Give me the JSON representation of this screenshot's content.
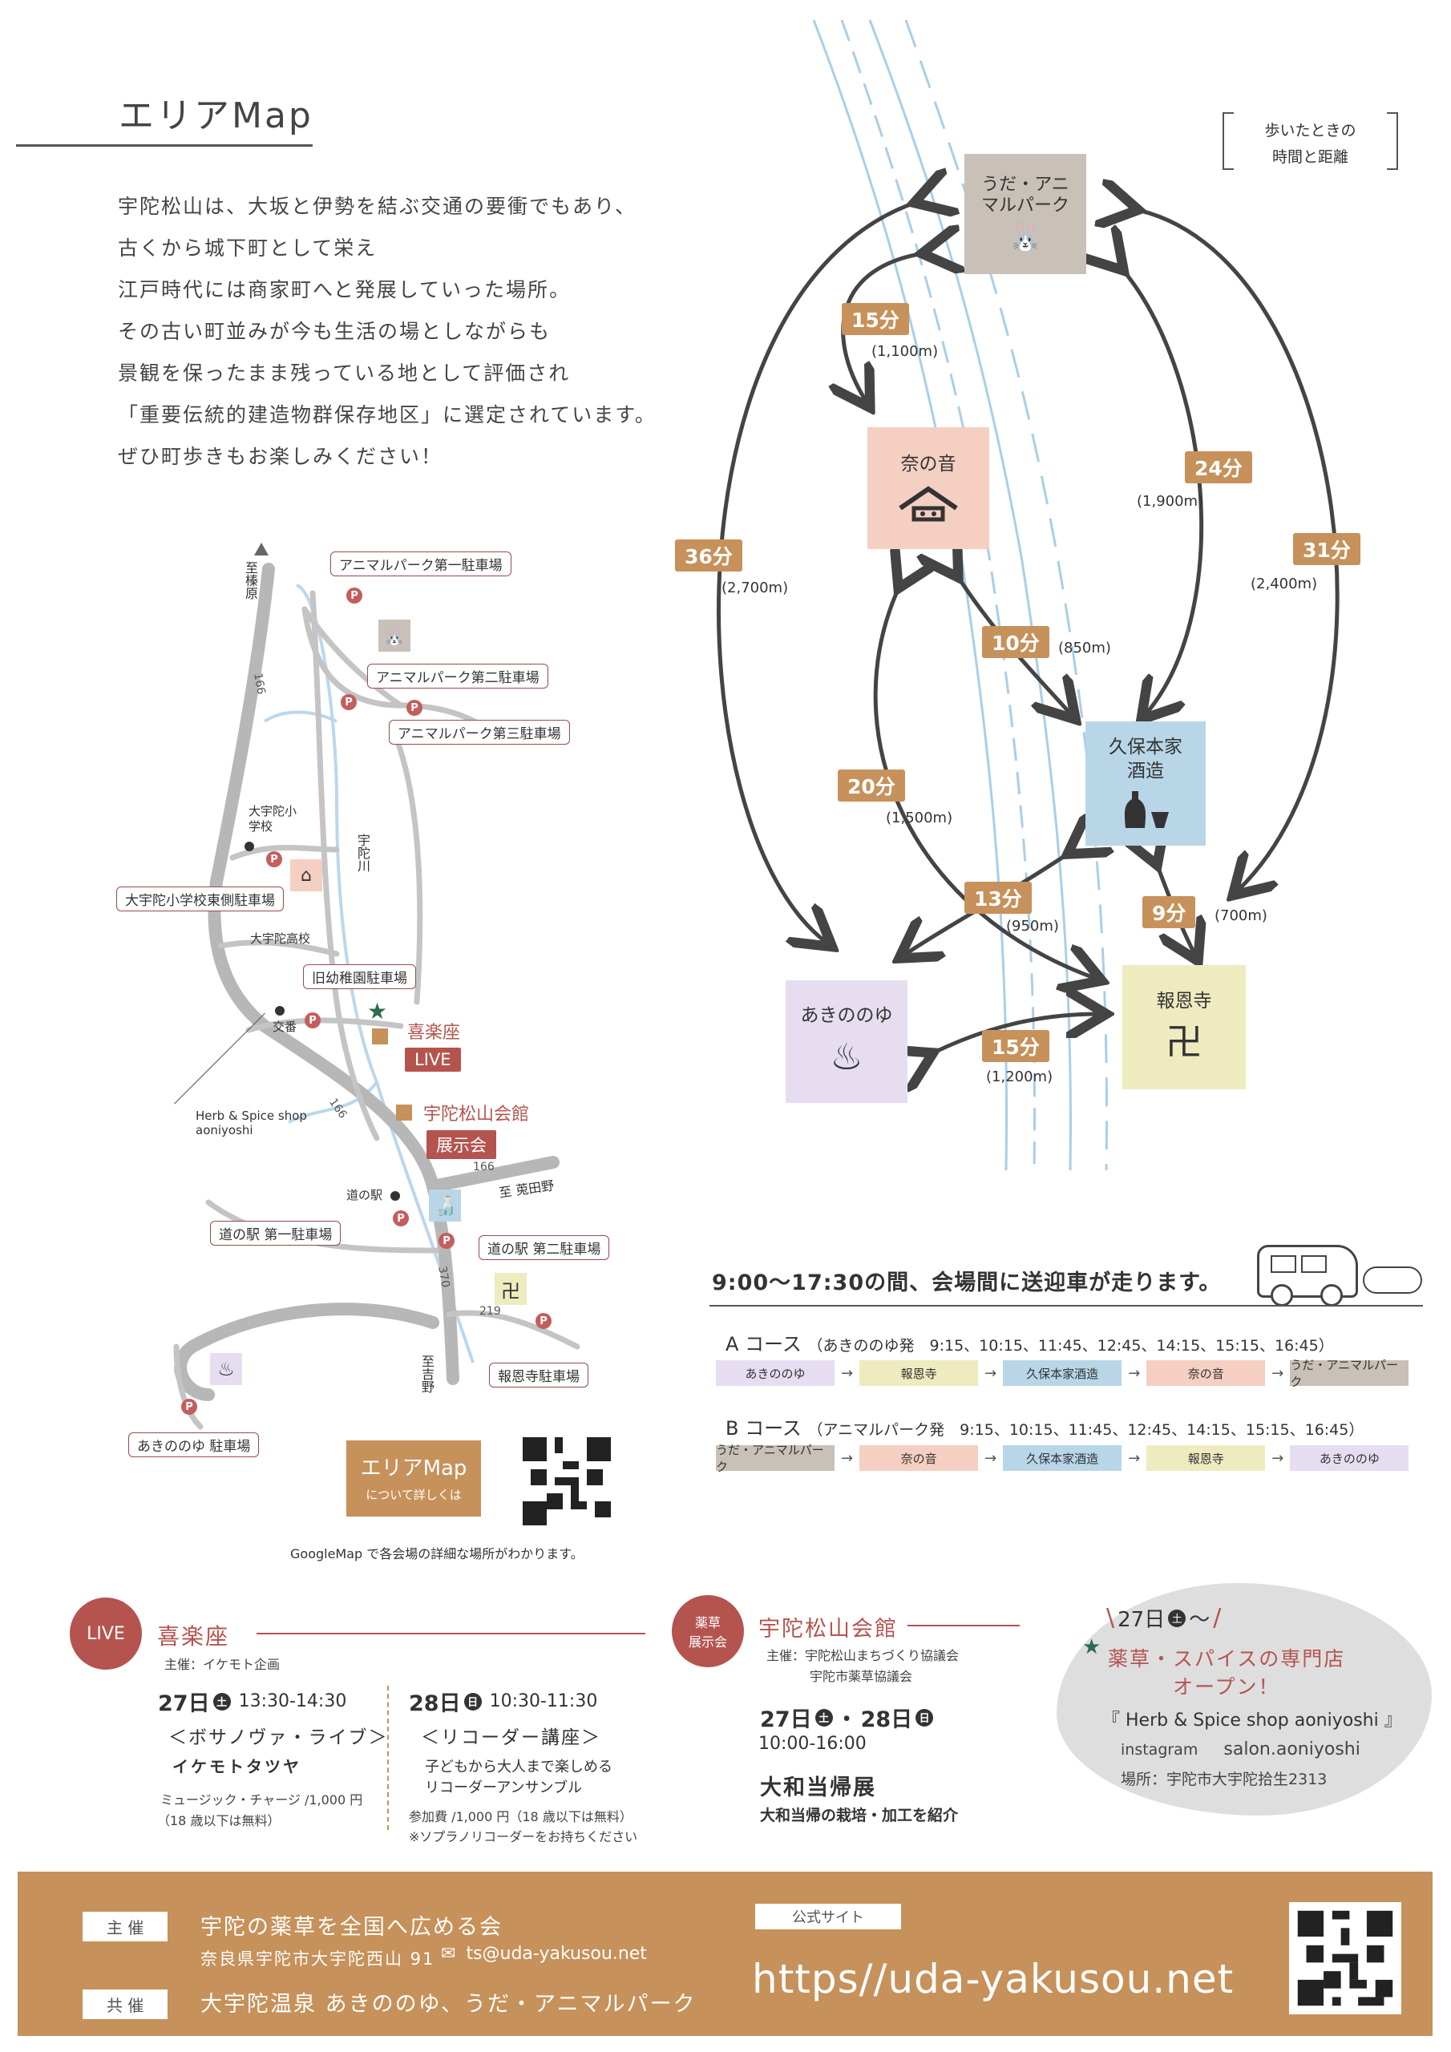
{
  "header": {
    "title": "エリアMap",
    "walk_note_line1": "歩いたときの",
    "walk_note_line2": "時間と距離"
  },
  "intro": [
    "宇陀松山は、大坂と伊勢を結ぶ交通の要衝でもあり、",
    "古くから城下町として栄え",
    "江戸時代には商家町へと発展していった場所。",
    "その古い町並みが今も生活の場としながらも",
    "景観を保ったまま残っている地として評価され",
    "「重要伝統的建造物群保存地区」に選定されています。",
    "ぜひ町歩きもお楽しみください！"
  ],
  "route": {
    "nodes": {
      "animal": "うだ・アニマルパーク",
      "naoto": "奈の音",
      "kubo_line1": "久保本家",
      "kubo_line2": "酒造",
      "akino": "あきののゆ",
      "hoon": "報恩寺"
    },
    "segments": [
      {
        "time": "15分",
        "dist": "(1,100m)"
      },
      {
        "time": "24分",
        "dist": "(1,900m)"
      },
      {
        "time": "36分",
        "dist": "(2,700m)"
      },
      {
        "time": "31分",
        "dist": "(2,400m)"
      },
      {
        "time": "10分",
        "dist": "(850m)"
      },
      {
        "time": "20分",
        "dist": "(1,500m)"
      },
      {
        "time": "13分",
        "dist": "(950m)"
      },
      {
        "time": "9分",
        "dist": "(700m)"
      },
      {
        "time": "15分",
        "dist": "(1,200m)"
      }
    ]
  },
  "map": {
    "parking": {
      "p1": "アニマルパーク第一駐車場",
      "p2": "アニマルパーク第二駐車場",
      "p3": "アニマルパーク第三駐車場",
      "school": "大宇陀小学校東側駐車場",
      "kinder": "旧幼稚園駐車場",
      "michi1": "道の駅 第一駐車場",
      "michi2": "道の駅 第二駐車場",
      "hoon": "報恩寺駐車場",
      "akino": "あきののゆ 駐車場"
    },
    "places": {
      "to_haibara": "至榛原",
      "river": "宇陀川",
      "elem": "大宇陀小学校",
      "high": "大宇陀高校",
      "koban": "交番",
      "herb": "Herb & Spice shop aoniyoshi",
      "michi": "道の駅",
      "to_megurino": "至 莵田野",
      "to_yoshino": "至吉野",
      "kirakuza": "喜楽座",
      "live_tag": "LIVE",
      "kaikan": "宇陀松山会館",
      "expo_tag": "展示会"
    },
    "roads": [
      "166",
      "166",
      "166",
      "370",
      "219"
    ],
    "p_mark": "P",
    "qr_badge_line1": "エリアMap",
    "qr_badge_line2": "について詳しくは",
    "google_note": "GoogleMap で各会場の詳細な場所がわかります。"
  },
  "shuttle": {
    "headline": "9:00～17:30の間、会場間に送迎車が走ります。",
    "courseA": {
      "label": "A コース",
      "times": "（あきののゆ発　9:15、10:15、11:45、12:45、14:15、15:15、16:45）",
      "stops": [
        "あきののゆ",
        "報恩寺",
        "久保本家酒造",
        "奈の音",
        "うだ・アニマルパーク"
      ]
    },
    "courseB": {
      "label": "B コース",
      "times": "（アニマルパーク発　9:15、10:15、11:45、12:45、14:15、15:15、16:45）",
      "stops": [
        "うだ・アニマルパーク",
        "奈の音",
        "久保本家酒造",
        "報恩寺",
        "あきののゆ"
      ]
    },
    "arrow": "→"
  },
  "live": {
    "badge": "LIVE",
    "venue": "喜楽座",
    "organizer": "主催：イケモト企画",
    "day1": {
      "date": "27日",
      "dow": "土",
      "time": "13:30-14:30",
      "title": "＜ボサノヴァ・ライブ＞",
      "performer": "イケモトタツヤ",
      "fee": "ミュージック・チャージ /1,000 円",
      "fee_note": "（18 歳以下は無料）"
    },
    "day2": {
      "date": "28日",
      "dow": "日",
      "time": "10:30-11:30",
      "title": "＜リコーダー講座＞",
      "desc1": "子どもから大人まで楽しめる",
      "desc2": "リコーダーアンサンブル",
      "fee": "参加費 /1,000 円（18 歳以下は無料）",
      "fee_note": "※ソプラノリコーダーをお持ちください"
    }
  },
  "expo": {
    "badge_line1": "薬草",
    "badge_line2": "展示会",
    "venue": "宇陀松山会館",
    "organizer1": "主催：宇陀松山まちづくり協議会",
    "organizer2": "宇陀市薬草協議会",
    "date1": "27日",
    "dow1": "土",
    "sep": "・",
    "date2": "28日",
    "dow2": "日",
    "hours": "10:00-16:00",
    "title": "大和当帰展",
    "desc": "大和当帰の栽培・加工を紹介"
  },
  "shop": {
    "date": "27日",
    "dow": "土",
    "tilde": "～",
    "line1": "薬草・スパイスの専門店",
    "line2": "オープン！",
    "name": "『 Herb & Spice shop aoniyoshi 』",
    "instagram_label": "instagram",
    "instagram": "salon.aoniyoshi",
    "address": "場所：宇陀市大宇陀拾生2313"
  },
  "footer": {
    "host_label": "主 催",
    "host": "宇陀の薬草を全国へ広める会",
    "address": "奈良県宇陀市大宇陀西山 91",
    "email": "ts@uda-yakusou.net",
    "cohost_label": "共 催",
    "cohost": "大宇陀温泉 あきののゆ、うだ・アニマルパーク",
    "site_label": "公式サイト",
    "url": "https//uda-yakusou.net"
  },
  "colors": {
    "animal": "#c9c0b8",
    "naoto": "#f4cfc2",
    "kubo": "#b8d6e8",
    "akino": "#e6def0",
    "hoon": "#eeebbf",
    "accent": "#c6915a",
    "red": "#b5544f",
    "river": "#a9cfe9"
  }
}
